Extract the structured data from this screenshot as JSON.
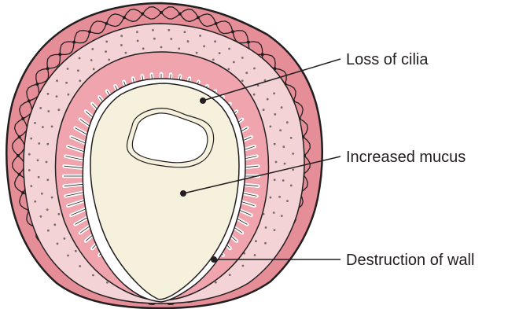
{
  "labels": {
    "loss_of_cilia": "Loss of cilia",
    "increased_mucus": "Increased mucus",
    "destruction_of_wall": "Destruction of wall"
  },
  "colors": {
    "outer_ring": "#e58e98",
    "outer_ring_dark": "#c86a76",
    "connective_tissue": "#f3d3d6",
    "epithelium": "#f0a4ad",
    "epithelium_outline": "#231f20",
    "mucus": "#f6f1dc",
    "lumen": "#ffffff",
    "outline": "#231f20"
  }
}
